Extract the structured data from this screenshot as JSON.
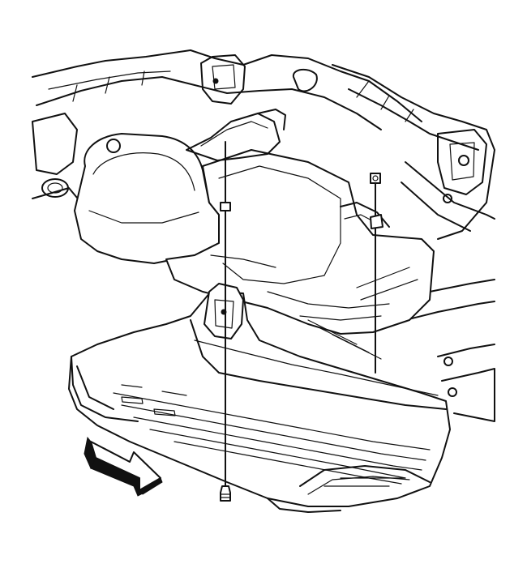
{
  "figure": {
    "background_color": "#ffffff",
    "line_color": "#111111",
    "components": [
      "vehicle-frame",
      "fuel-tank",
      "fuel-tank-shield",
      "mounting-bolt-front",
      "mounting-bolt-rear",
      "direction-arrow"
    ],
    "icons": [
      "arrow-icon",
      "bolt-icon"
    ]
  }
}
